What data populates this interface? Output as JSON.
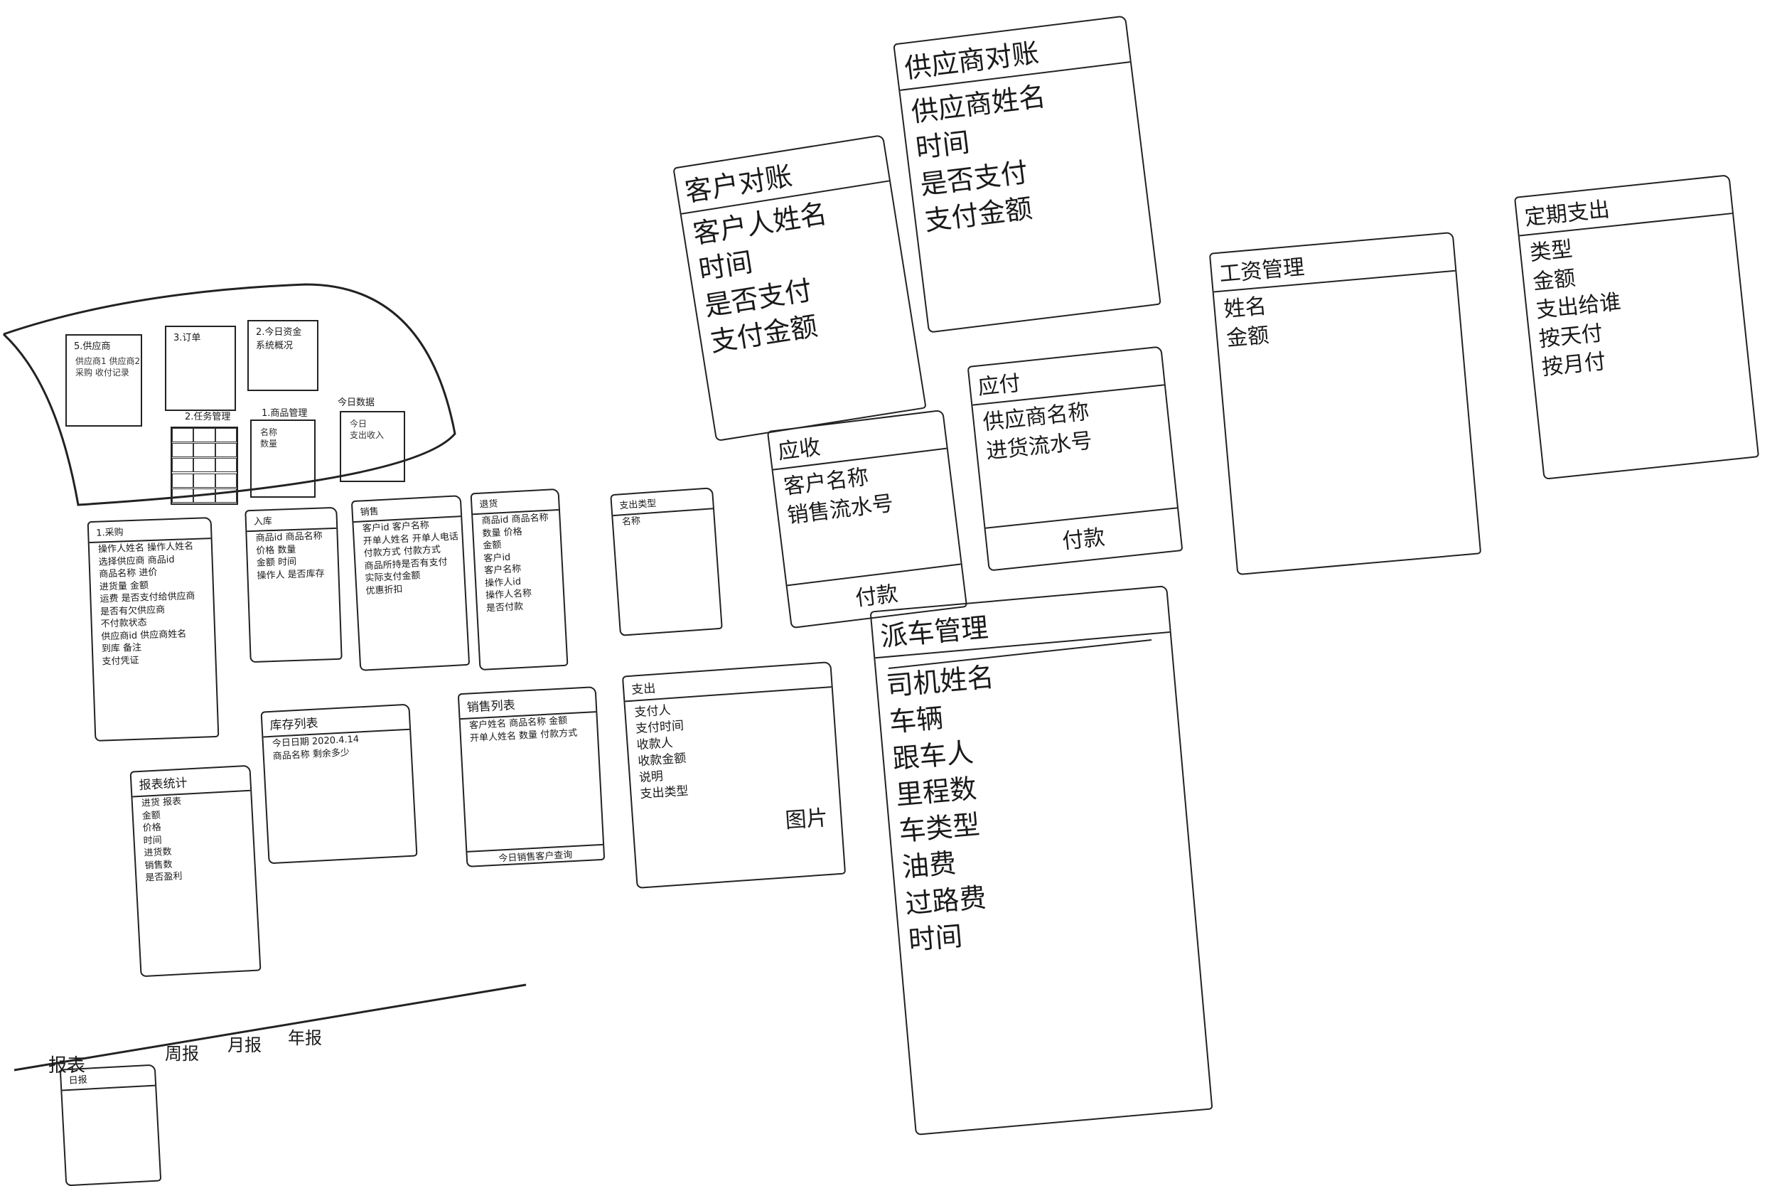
{
  "home": {
    "panels": [
      {
        "title": "5.供应商",
        "rows": [
          "供应商1  供应商2",
          "采购  收付记录",
          "",
          "",
          ""
        ]
      },
      {
        "title": "3.订单",
        "rows": [
          "",
          "",
          ""
        ]
      },
      {
        "title": "2.今日资金\n系统概况",
        "rows": [
          "",
          "",
          ""
        ]
      },
      {
        "title": "2.任务管理",
        "rows": []
      },
      {
        "title": "1.商品管理",
        "rows": [
          "名称",
          "数量"
        ]
      },
      {
        "title": "今日数据",
        "rows": [
          "今日",
          "支出收入"
        ]
      }
    ]
  },
  "small_cards": [
    {
      "title": "1.采购",
      "rows": [
        "操作人姓名  操作人姓名",
        "选择供应商  商品id",
        "商品名称  进价",
        "进货量  金额",
        "运费  是否支付给供应商",
        "是否有欠供应商",
        "不付款状态",
        "供应商id  供应商姓名",
        "到库  备注",
        "支付凭证"
      ]
    },
    {
      "title": "入库",
      "rows": [
        "商品id  商品名称",
        "价格  数量",
        "金额  时间",
        "操作人  是否库存"
      ]
    },
    {
      "title": "销售",
      "rows": [
        "客户id  客户名称",
        "开单人姓名  开单人电话",
        "付款方式  付款方式",
        "商品所持是否有支付",
        "实际支付金额",
        "优惠折扣"
      ]
    },
    {
      "title": "退货",
      "rows": [
        "商品id  商品名称",
        "数量  价格",
        "金额",
        "客户id",
        "客户名称",
        "操作人id",
        "操作人名称",
        "是否付款"
      ]
    },
    {
      "title": "支出类型",
      "rows": [
        "名称"
      ]
    },
    {
      "title": "报表统计",
      "rows": [
        "进货  报表",
        "金额",
        "价格",
        "时间",
        "进货数",
        "销售数",
        "是否盈利"
      ]
    },
    {
      "title": "库存列表",
      "rows": [
        "今日日期  2020.4.14",
        "商品名称  剩余多少"
      ]
    },
    {
      "title": "销售列表",
      "rows": [
        "客户姓名  商品名称  金额",
        "开单人姓名  数量  付款方式",
        "",
        "今日销售客户查询"
      ]
    },
    {
      "title": "支出",
      "rows": [
        "支付人",
        "支付时间",
        "收款人",
        "收款金额",
        "说明",
        "支出类型",
        "图片"
      ]
    },
    {
      "title": "日报",
      "rows": []
    }
  ],
  "report_bar": {
    "label": "报表",
    "tabs": [
      "周报",
      "月报",
      "年报"
    ]
  },
  "big_cards": [
    {
      "title": "客户对账",
      "rows": [
        "客户人姓名",
        "时间",
        "是否支付",
        "支付金额"
      ]
    },
    {
      "title": "供应商对账",
      "rows": [
        "供应商姓名",
        "时间",
        "是否支付",
        "支付金额"
      ]
    },
    {
      "title": "定期支出",
      "rows": [
        "类型",
        "金额",
        "支出给谁",
        "按天付",
        "按月付"
      ]
    },
    {
      "title": "工资管理",
      "rows": [
        "姓名",
        "金额"
      ]
    },
    {
      "title": "应收",
      "rows": [
        "客户名称",
        "销售流水号"
      ],
      "footer": "付款"
    },
    {
      "title": "应付",
      "rows": [
        "供应商名称",
        "进货流水号"
      ],
      "footer": "付款"
    },
    {
      "title": "派车管理",
      "rows": [
        "司机姓名",
        "车辆",
        "跟车人",
        "里程数",
        "车类型",
        "油费",
        "过路费",
        "时间"
      ]
    }
  ]
}
